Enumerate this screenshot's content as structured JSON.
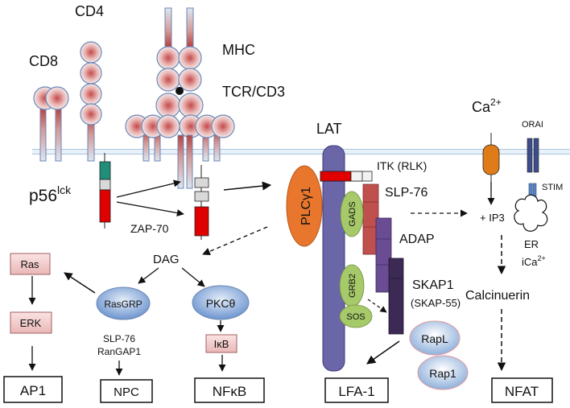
{
  "labels": {
    "cd4": "CD4",
    "cd8": "CD8",
    "mhc": "MHC",
    "tcr": "TCR/CD3",
    "lat": "LAT",
    "ca_base": "Ca",
    "ca_sup": "2+",
    "orai": "ORAI",
    "stim": "STIM",
    "itk": "ITK (RLK)",
    "slp76": "SLP-76",
    "adap": "ADAP",
    "skap1": "SKAP1",
    "skap55": "(SKAP-55)",
    "ip3": "+ IP3",
    "er": "ER",
    "ica_base": "iCa",
    "ica_sup": "2+",
    "calcineurin": "Calcinuerin",
    "p56_base": "p56",
    "p56_sup": "lck",
    "zap70": "ZAP-70",
    "dag": "DAG",
    "slp76_rangap_1": "SLP-76",
    "slp76_rangap_2": "RanGAP1",
    "plcg1": "PLCγ1",
    "gads": "GADS",
    "grb2": "GRB2",
    "sos": "SOS",
    "rasgrp": "RasGRP",
    "pkc": "PKCθ",
    "rapl": "RapL",
    "rap1": "Rap1",
    "ras": "Ras",
    "erk": "ERK",
    "ikb": "IκB"
  },
  "outputs": {
    "ap1": "AP1",
    "npc": "NPC",
    "nfkb": "NFκB",
    "lfa1": "LFA-1",
    "nfat": "NFAT"
  },
  "colors": {
    "membrane": "#8fb3d6",
    "domain_red": "#c0504d",
    "lat_bar": "#6a66a8",
    "plc_orange": "#e8762c",
    "green_blob": "#a6c96a",
    "teal": "#1f8f7a",
    "red": "#e00000",
    "orai_tube": "#e07b1a"
  }
}
